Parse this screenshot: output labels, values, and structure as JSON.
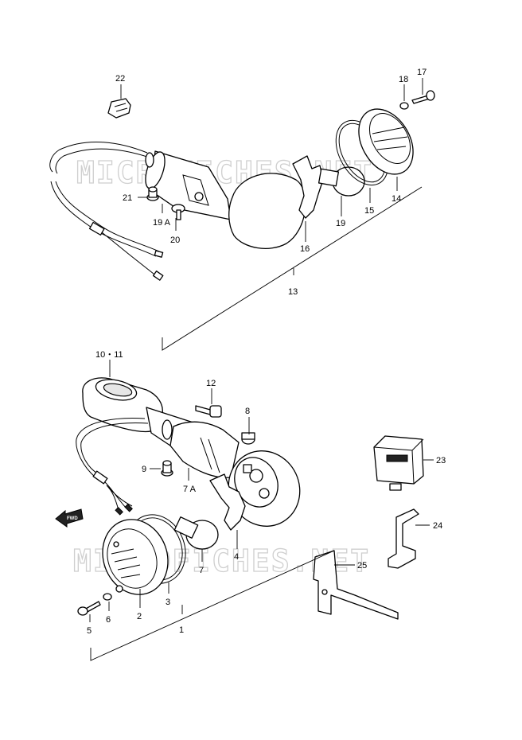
{
  "watermarks": [
    "MICROFICHES.NET",
    "MICROFICHES.NET"
  ],
  "fwd_label": "FWD",
  "callouts": {
    "c22": "22",
    "c18": "18",
    "c17": "17",
    "c21": "21",
    "c19a": "19 A",
    "c20": "20",
    "c16": "16",
    "c19": "19",
    "c15": "15",
    "c14": "14",
    "c13": "13",
    "c10_11": "10・11",
    "c12": "12",
    "c8": "8",
    "c9": "9",
    "c7a": "7 A",
    "c4": "4",
    "c7": "7",
    "c23": "23",
    "c24": "24",
    "c25": "25",
    "c3": "3",
    "c2": "2",
    "c6": "6",
    "c5": "5",
    "c1": "1"
  }
}
